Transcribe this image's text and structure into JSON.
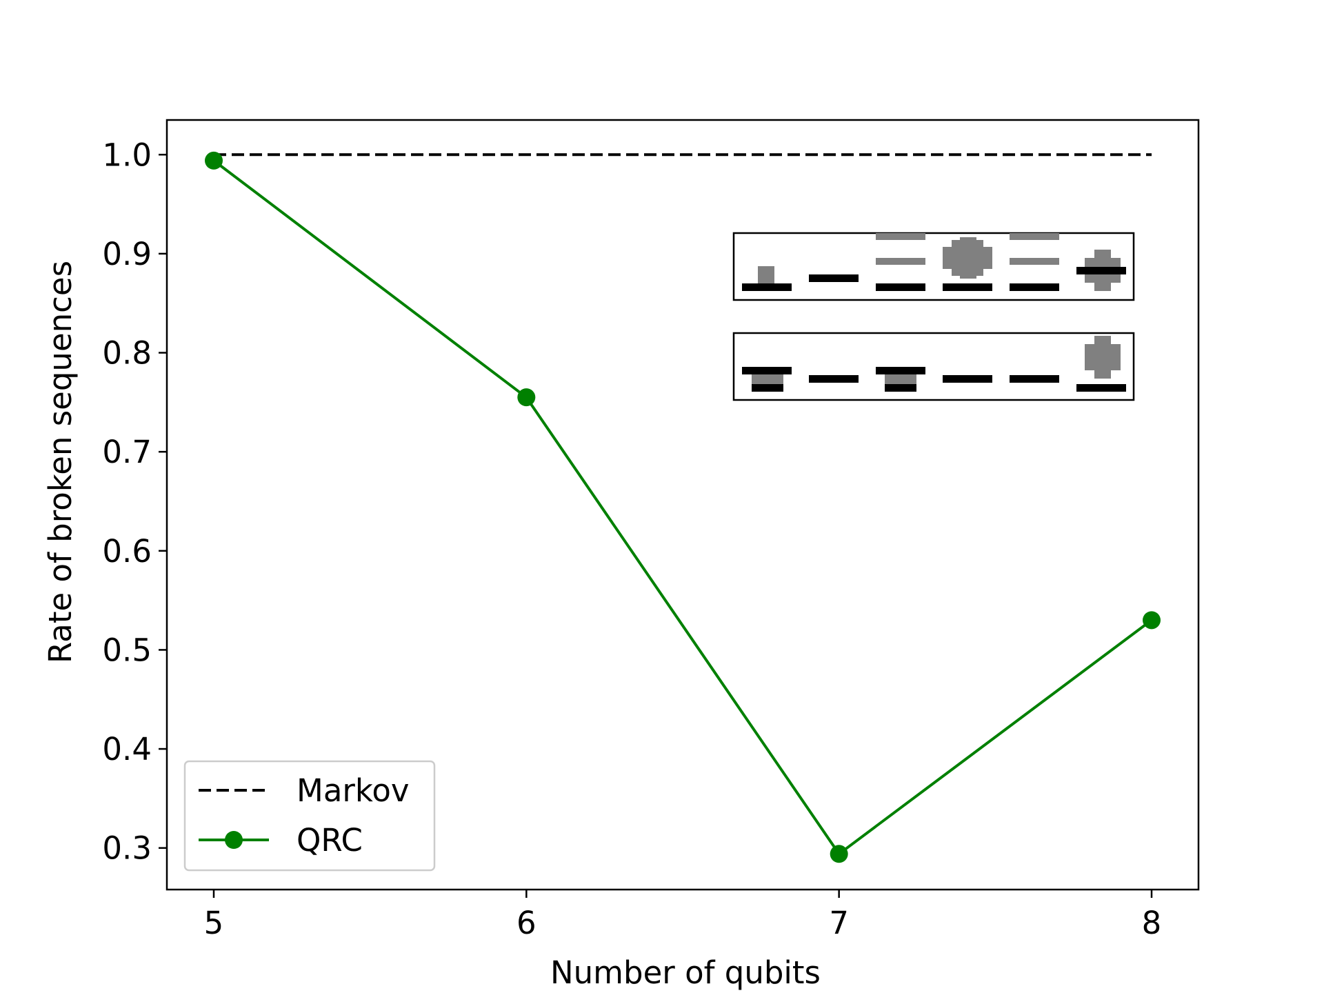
{
  "chart_data": {
    "type": "line",
    "title": "",
    "xlabel": "Number of qubits",
    "ylabel": "Rate of broken sequences",
    "x": [
      5,
      6,
      7,
      8
    ],
    "xticks": [
      "5",
      "6",
      "7",
      "8"
    ],
    "yticks": [
      "0.3",
      "0.4",
      "0.5",
      "0.6",
      "0.7",
      "0.8",
      "0.9",
      "1.0"
    ],
    "xlim": [
      4.85,
      8.15
    ],
    "ylim": [
      0.258,
      1.035
    ],
    "grid": false,
    "legend_position": "lower-left",
    "series": [
      {
        "name": "Markov",
        "style": "dashed",
        "color": "#000000",
        "markers": false,
        "values": [
          1.0,
          1.0,
          1.0,
          1.0
        ]
      },
      {
        "name": "QRC",
        "style": "solid",
        "color": "#008000",
        "markers": true,
        "values": [
          0.994,
          0.755,
          0.294,
          0.53
        ]
      }
    ],
    "insets": [
      {
        "kind": "piano-roll",
        "frame_color": "#000000",
        "note_colors": [
          "#000000",
          "#808080"
        ]
      },
      {
        "kind": "piano-roll",
        "frame_color": "#000000",
        "note_colors": [
          "#000000",
          "#808080"
        ]
      }
    ]
  }
}
